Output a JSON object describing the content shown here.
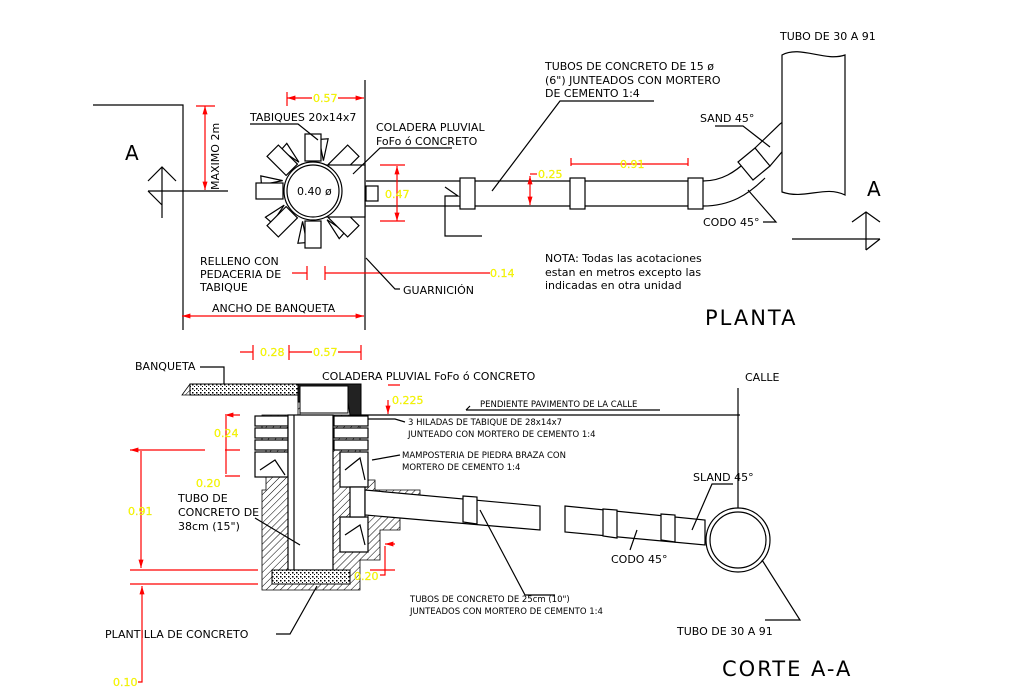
{
  "planta": {
    "title": "PLANTA",
    "section_mark_left": "A",
    "section_mark_right": "A",
    "maximo": "MAXIMO 2m",
    "tabiques": "TABIQUES 20x14x7",
    "coladera_1": "COLADERA PLUVIAL",
    "coladera_2": "FoFo ó CONCRETO",
    "diameter": "0.40 ø",
    "relleno_1": "RELLENO CON",
    "relleno_2": "PEDACERIA DE",
    "relleno_3": "TABIQUE",
    "guarnicion": "GUARNICIÓN",
    "ancho": "ANCHO DE BANQUETA",
    "tubos_1": "TUBOS DE CONCRETO DE 15 ø",
    "tubos_2": "(6\") JUNTEADOS CON MORTERO",
    "tubos_3": "DE CEMENTO 1:4",
    "sand": "SAND 45°",
    "codo": "CODO 45°",
    "tubo_30": "TUBO DE 30 A 91",
    "nota_1": "NOTA: Todas las acotaciones",
    "nota_2": "estan en metros excepto las",
    "nota_3": "indicadas en otra unidad",
    "dims": {
      "d057": "0.57",
      "d047": "0.47",
      "d025": "0.25",
      "d091": "0.91",
      "d014": "0.14"
    }
  },
  "corte": {
    "title": "CORTE A-A",
    "banqueta": "BANQUETA",
    "coladera": "COLADERA PLUVIAL FoFo ó CONCRETO",
    "pendiente": "PENDIENTE PAVIMENTO DE LA CALLE",
    "calle": "CALLE",
    "hiladas_1": "3 HILADAS DE TABIQUE DE 28x14x7",
    "hiladas_2": "JUNTEADO CON MORTERO DE CEMENTO 1:4",
    "mamposteria_1": "MAMPOSTERIA DE PIEDRA BRAZA CON",
    "mamposteria_2": "MORTERO DE CEMENTO 1:4",
    "tubo_concreto_1": "TUBO DE",
    "tubo_concreto_2": "CONCRETO DE",
    "tubo_concreto_3": "38cm (15\")",
    "sland": "SLAND 45°",
    "codo": "CODO 45°",
    "tubos_1": "TUBOS DE CONCRETO DE 25cm (10\")",
    "tubos_2": "JUNTEADOS CON MORTERO DE CEMENTO 1:4",
    "plantilla": "PLANTILLA DE CONCRETO",
    "tubo_30": "TUBO DE 30 A 91",
    "dims": {
      "d028": "0.28",
      "d057": "0.57",
      "d0225": "0.225",
      "d024": "0.24",
      "d020a": "0.20",
      "d091": "0.91",
      "d020b": "0.20",
      "d010": "0.10"
    }
  },
  "colors": {
    "dimension_line": "#ff0000",
    "dimension_text": "#ffff00",
    "linework": "#000000"
  }
}
